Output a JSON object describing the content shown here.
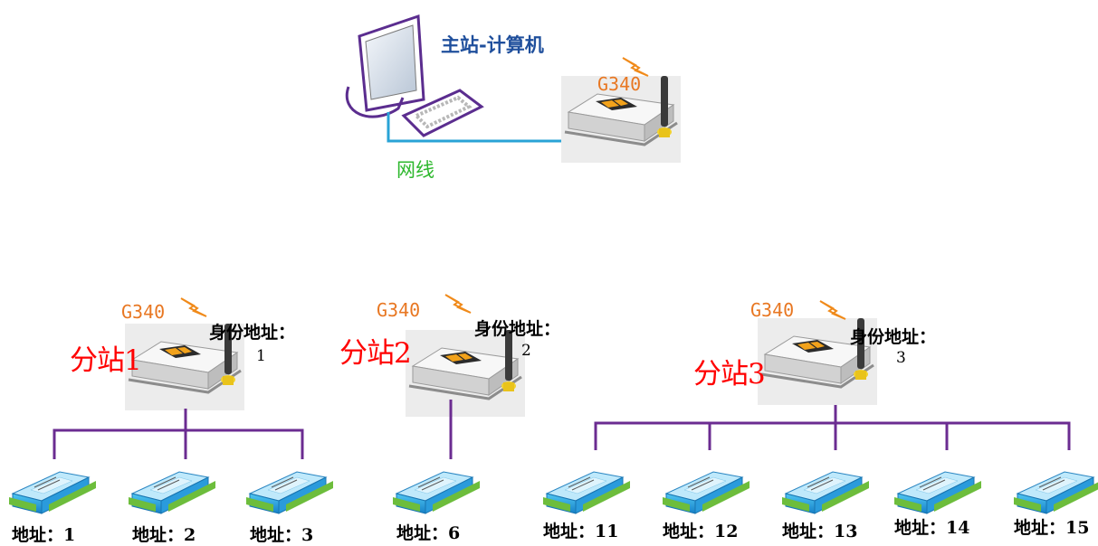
{
  "master": {
    "label": "主站-计算机",
    "cable_label": "网线",
    "modem_label": "G340"
  },
  "stations": [
    {
      "name": "分站1",
      "modem_label": "G340",
      "id_label": "身份地址：",
      "id_value": "1",
      "devices": [
        {
          "address": "地址：1"
        },
        {
          "address": "地址：2"
        },
        {
          "address": "地址：3"
        }
      ]
    },
    {
      "name": "分站2",
      "modem_label": "G340",
      "id_label": "身份地址：",
      "id_value": "2",
      "devices": [
        {
          "address": "地址：6"
        }
      ]
    },
    {
      "name": "分站3",
      "modem_label": "G340",
      "id_label": "身份地址：",
      "id_value": "3",
      "devices": [
        {
          "address": "地址：11"
        },
        {
          "address": "地址：12"
        },
        {
          "address": "地址：13"
        },
        {
          "address": "地址：14"
        },
        {
          "address": "地址：15"
        }
      ]
    }
  ],
  "colors": {
    "master_label": "#1f4f9c",
    "cable_text": "#2eb82e",
    "cable_line": "#29a3d6",
    "modem_label": "#e87722",
    "station_label": "#ff0000",
    "bus_line": "#6b2c91",
    "lightning": "#f08a1a"
  }
}
